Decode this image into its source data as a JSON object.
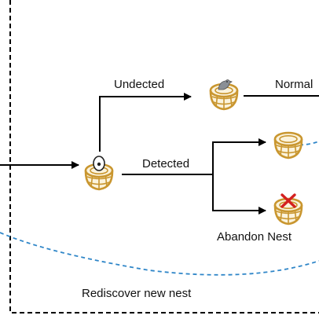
{
  "labels": {
    "undetected": "Undected",
    "normal": "Normal",
    "detected": "Detected",
    "abandon_nest": "Abandon Nest",
    "rediscover": "Rediscover new nest"
  },
  "colors": {
    "nest_outline": "#c9962f",
    "nest_fill": "#fbf3dc",
    "dashed_path": "#2f86c8",
    "abandon_mark": "#d42020",
    "bird": "#8a8f96",
    "frame": "#000000"
  },
  "icons": {
    "nest_initial": "nest-with-egg-icon",
    "nest_undetected": "nest-with-bird-icon",
    "nest_detected": "empty-nest-icon",
    "nest_abandoned": "abandoned-nest-icon"
  }
}
